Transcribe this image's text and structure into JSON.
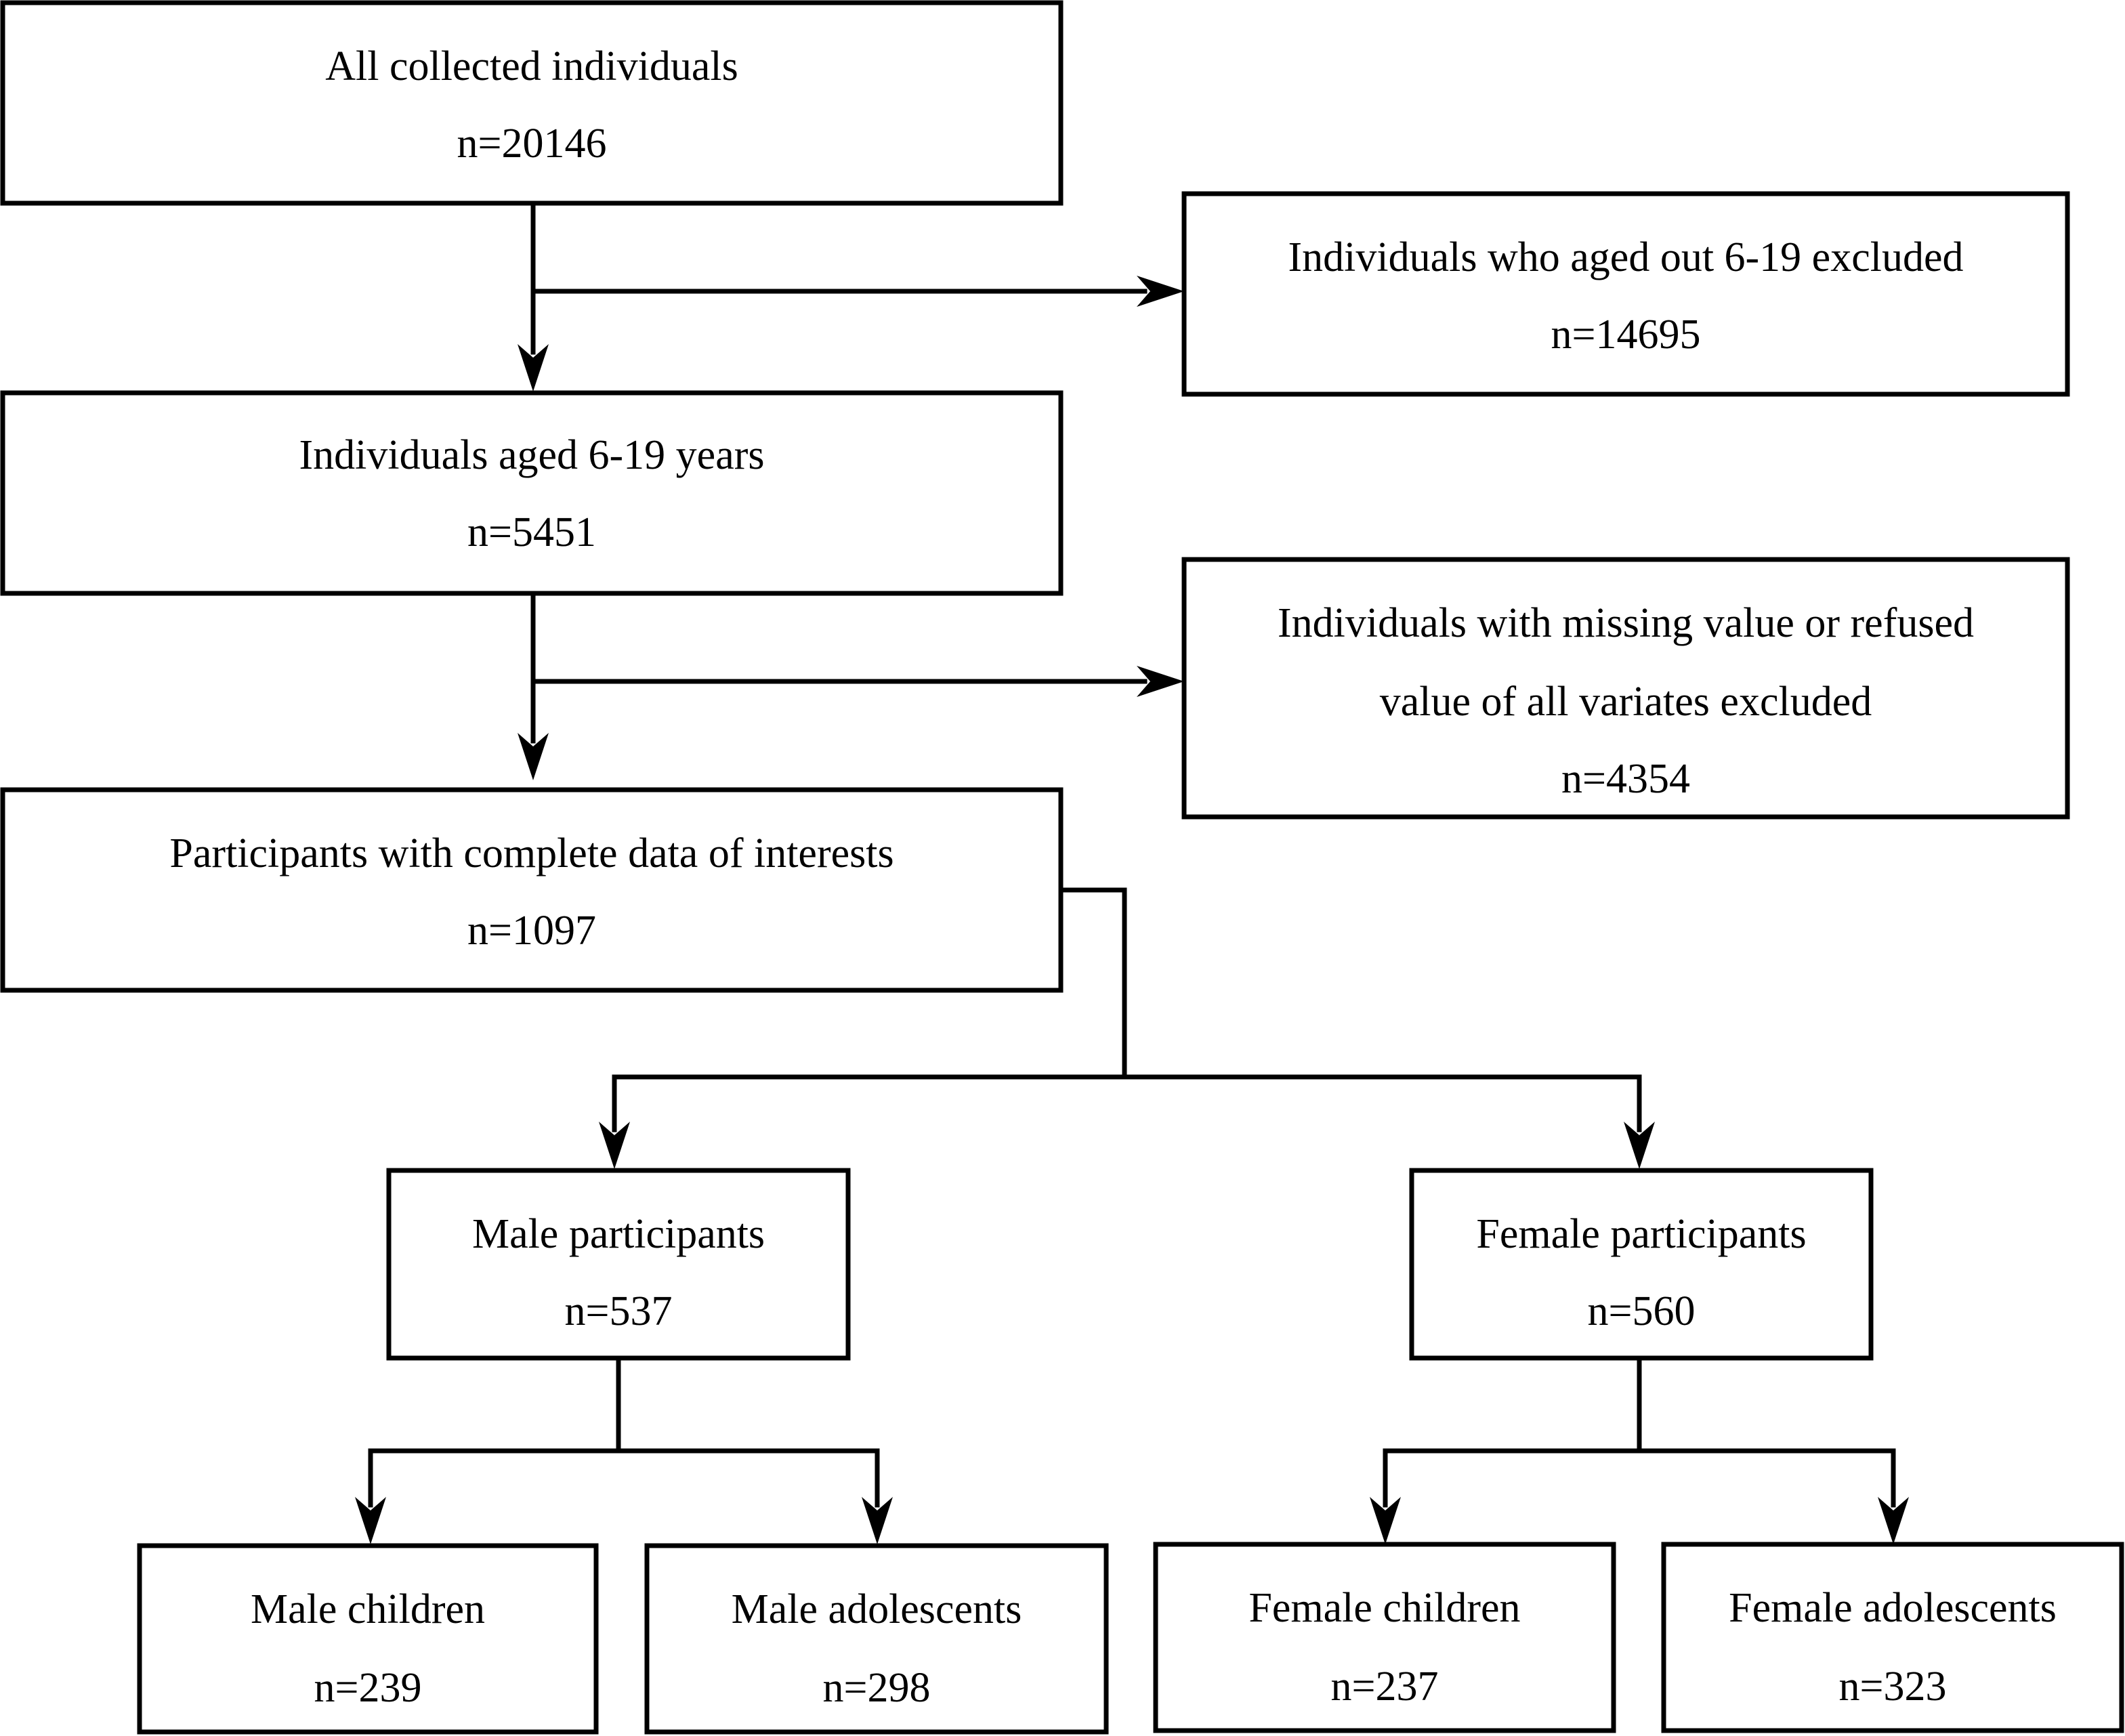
{
  "boxes": {
    "all_collected": {
      "label": "All collected individuals",
      "count": "n=20146"
    },
    "aged_out_excluded": {
      "label": "Individuals who aged out 6-19 excluded",
      "count": "n=14695"
    },
    "aged_6_19": {
      "label": "Individuals aged 6-19 years",
      "count": "n=5451"
    },
    "missing_excluded": {
      "label_line1": "Individuals with missing value or refused",
      "label_line2": "value of all variates excluded",
      "count": "n=4354"
    },
    "complete_data": {
      "label": "Participants with complete data of interests",
      "count": "n=1097"
    },
    "male": {
      "label": "Male participants",
      "count": "n=537"
    },
    "female": {
      "label": "Female participants",
      "count": "n=560"
    },
    "male_children": {
      "label": "Male children",
      "count": "n=239"
    },
    "male_adolescents": {
      "label": "Male adolescents",
      "count": "n=298"
    },
    "female_children": {
      "label": "Female children",
      "count": "n=237"
    },
    "female_adolescents": {
      "label": "Female adolescents",
      "count": "n=323"
    }
  }
}
